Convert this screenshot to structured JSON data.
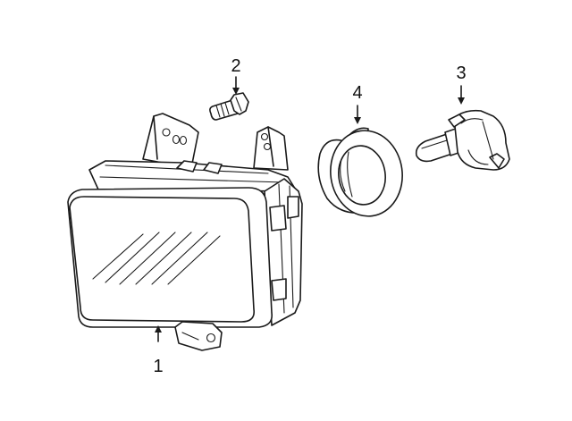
{
  "callouts": {
    "part1": "1",
    "part2": "2",
    "part3": "3",
    "part4": "4"
  },
  "colors": {
    "line": "#1a1a1a",
    "background": "#ffffff"
  }
}
